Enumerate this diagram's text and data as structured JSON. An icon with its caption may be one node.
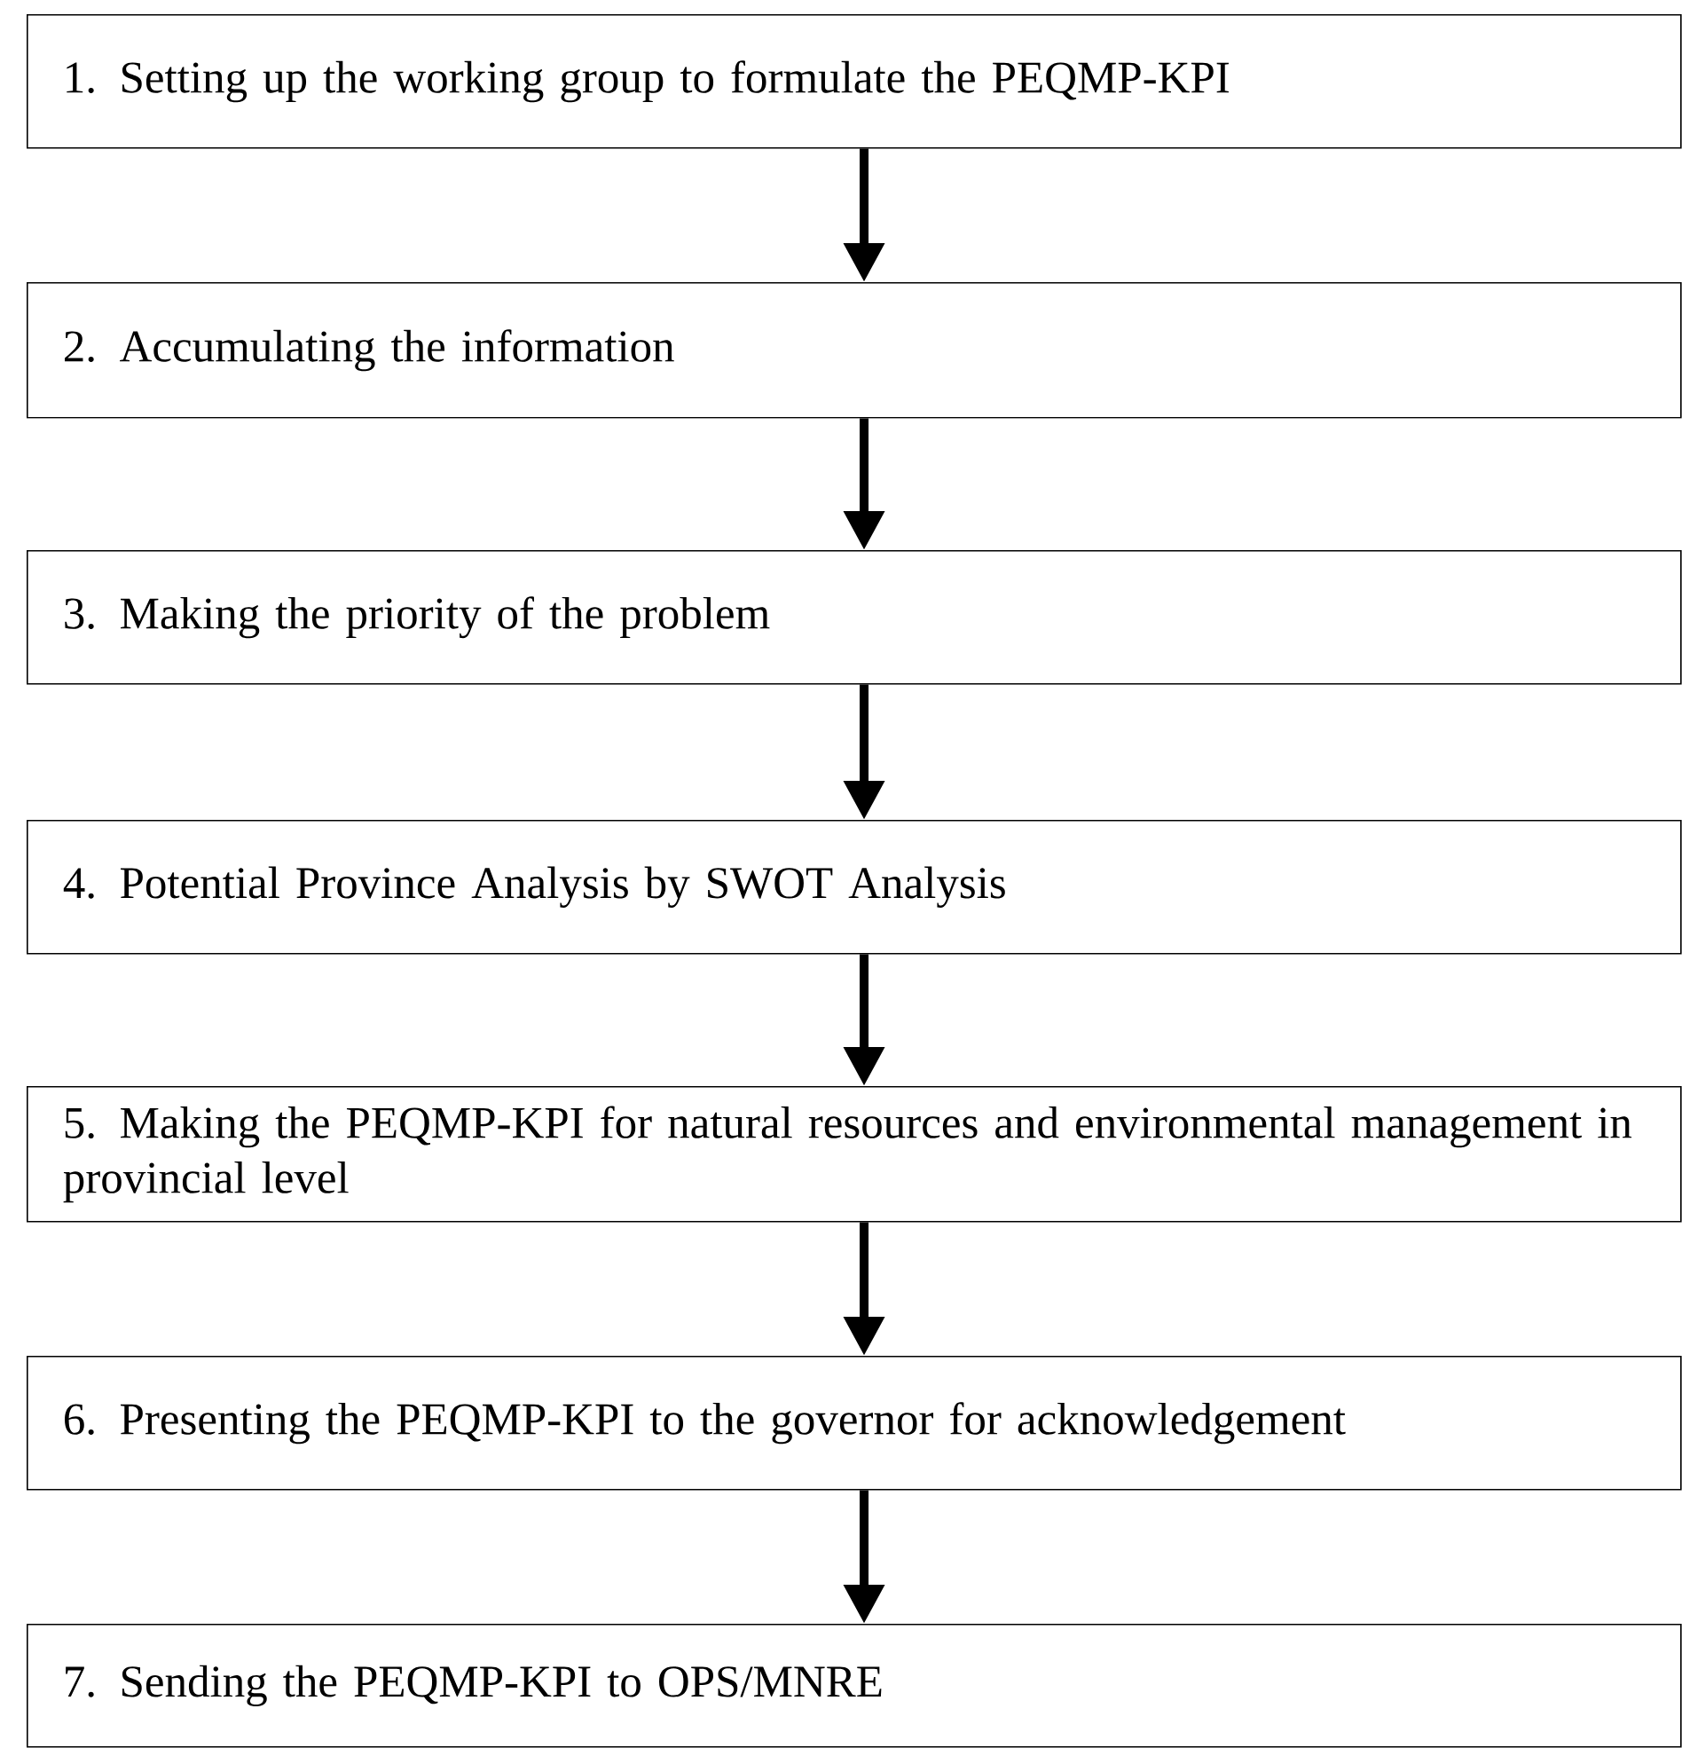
{
  "diagram": {
    "nodes": [
      {
        "text": [
          "1. Setting up the working group to formulate the PEQMP-KPI"
        ]
      },
      {
        "text": [
          "2. Accumulating the information"
        ]
      },
      {
        "text": [
          "3. Making the priority of the problem"
        ]
      },
      {
        "text": [
          "4. Potential Province Analysis by SWOT Analysis"
        ]
      },
      {
        "text": [
          "5. Making the PEQMP-KPI for natural resources and environmental management in provincial level"
        ]
      },
      {
        "text": [
          "6. Presenting the PEQMP-KPI to the governor for acknowledgement"
        ]
      },
      {
        "text": [
          "7. Sending the PEQMP-KPI to OPS/MNRE"
        ]
      }
    ],
    "edges": [
      {
        "from": 0,
        "to": 1,
        "arrow": "to"
      },
      {
        "from": 1,
        "to": 2,
        "arrow": "to"
      },
      {
        "from": 2,
        "to": 3,
        "arrow": "to"
      },
      {
        "from": 3,
        "to": 4,
        "arrow": "to"
      },
      {
        "from": 4,
        "to": 5,
        "arrow": "to"
      },
      {
        "from": 5,
        "to": 6,
        "arrow": "to"
      }
    ]
  }
}
